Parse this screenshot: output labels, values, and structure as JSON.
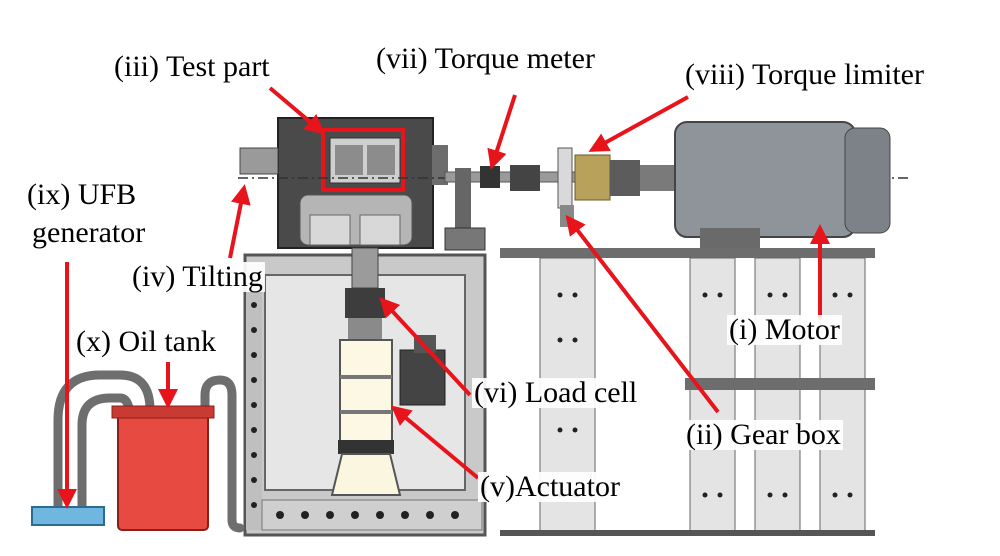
{
  "labels": {
    "test_part": "(iii) Test part",
    "torque_meter": "(vii) Torque meter",
    "torque_limiter": "(viii) Torque limiter",
    "ufb_generator_line1": "(ix) UFB",
    "ufb_generator_line2": "generator",
    "tilting": "(iv) Tilting",
    "oil_tank": "(x) Oil tank",
    "motor": "(i) Motor",
    "load_cell": "(vi) Load cell",
    "gear_box": "(ii) Gear box",
    "actuator": "(v)Actuator"
  },
  "colors": {
    "arrow": "#e8141c",
    "frame": "#7a7a7a",
    "motor": "#8e9499",
    "tank": "#e64a41",
    "base": "#6fb6e0",
    "brass": "#b8a15a"
  }
}
